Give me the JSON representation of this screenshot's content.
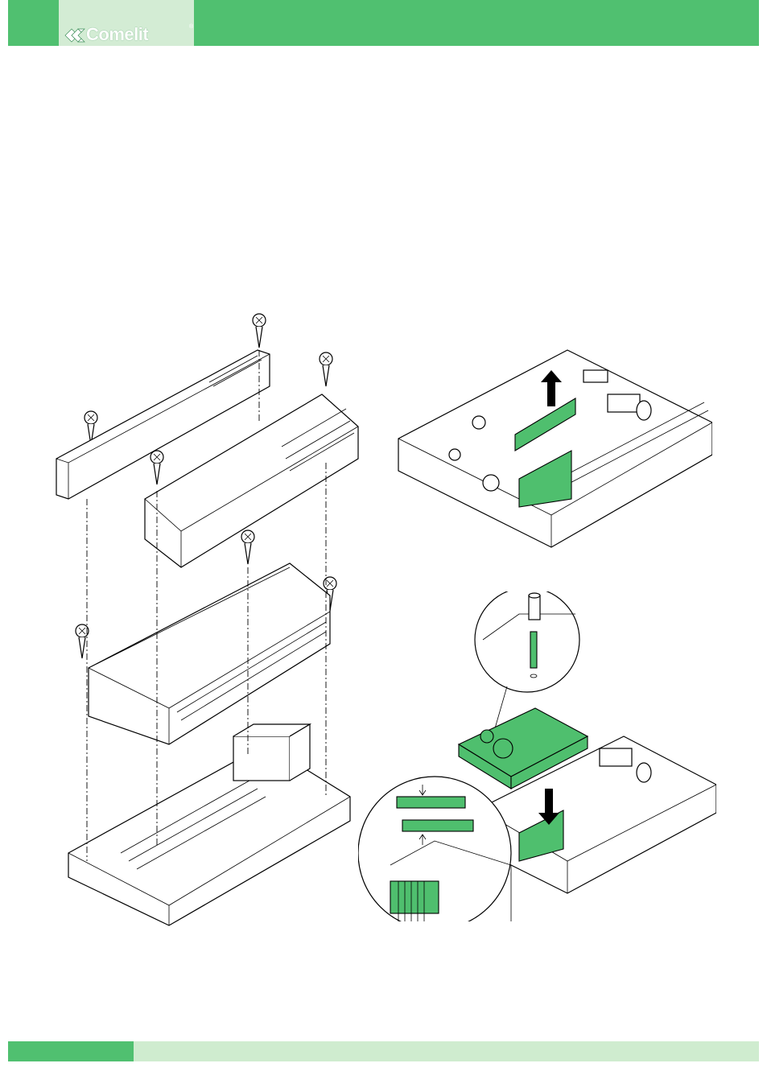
{
  "header": {
    "brand_name": "Comelit",
    "brand_registered_mark": "®",
    "colors": {
      "header_band": "#50c070",
      "logo_tab": "#d3ecd4",
      "footer_band": "#cfeccf"
    }
  },
  "figures": {
    "left": {
      "content": "exploded-enclosure-assembly"
    },
    "top_right": {
      "content": "board-with-module-lifted"
    },
    "bottom_right": {
      "content": "module-inserted-with-detail-callouts"
    }
  }
}
